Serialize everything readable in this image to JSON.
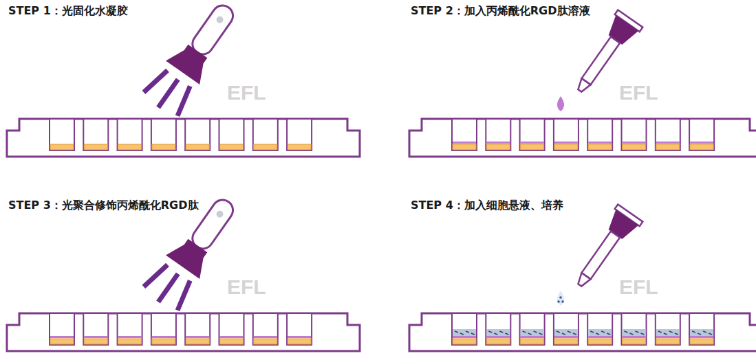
{
  "diagram": {
    "labels": [
      "STEP 1：光固化水凝胶",
      "STEP 2：加入丙烯酰化RGD肽溶液",
      "STEP 3：光聚合修饰丙烯酰化RGD肽",
      "STEP 4：加入细胞悬液、培养",
      "EFL",
      "EFL",
      "EFL",
      "EFL"
    ]
  }
}
